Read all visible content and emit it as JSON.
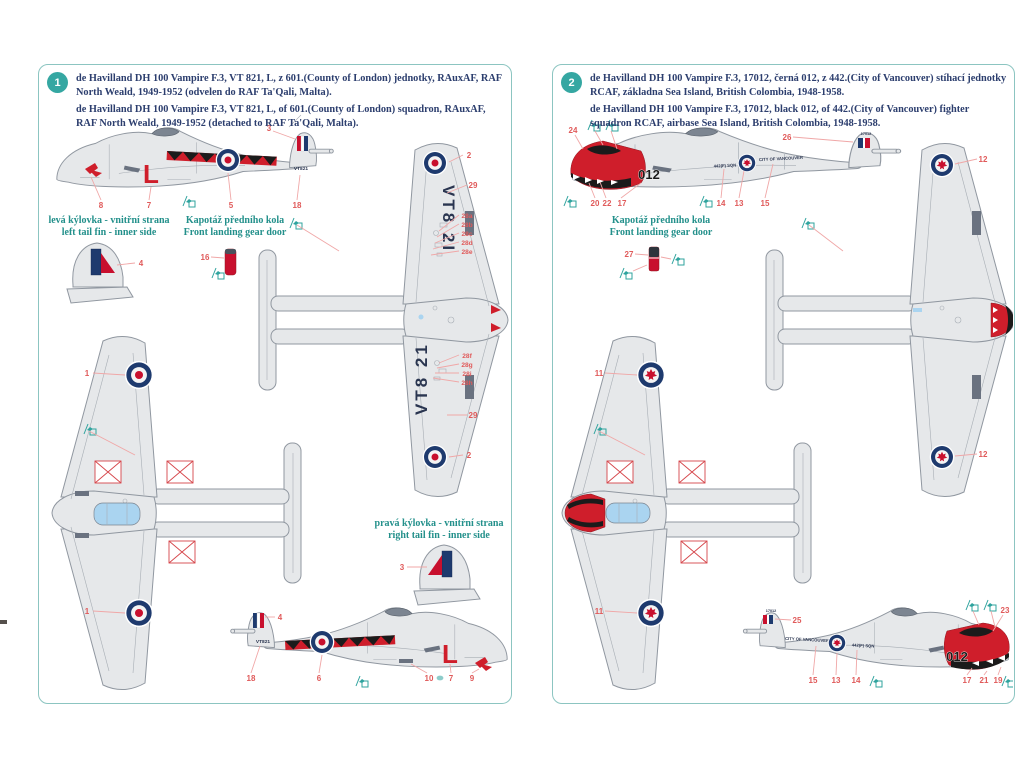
{
  "colors": {
    "accent_teal": "#35a7a2",
    "panel_border": "#8cc5c1",
    "text_navy": "#2c3e6e",
    "callout_red": "#e05a5a",
    "marking_red": "#cf1e2b",
    "roundel_blue": "#1e3a6e",
    "roundel_red": "#c8102e",
    "canopy_blue": "#aad4f0"
  },
  "panel1": {
    "badge": "1",
    "desc_cs": "de Havilland DH 100 Vampire F.3, VT 821, L, z 601.(County of London) jednotky, RAuxAF, RAF North Weald, 1949-1952 (odvelen do RAF Ta'Qali, Malta).",
    "desc_en": "de Havilland DH 100 Vampire F.3, VT 821, L, of 601.(County of London) squadron, RAuxAF, RAF North Weald, 1949-1952 (detached to RAF Ta'Qali, Malta).",
    "labels": {
      "left_fin_cs": "levá kýlovka - vnitřní strana",
      "left_fin_en": "left tail fin - inner side",
      "gear_cs": "Kapotáž předního kola",
      "gear_en": "Front landing gear door",
      "right_fin_cs": "pravá kýlovka - vnitřní strana",
      "right_fin_en": "right tail fin - inner side"
    },
    "markings": {
      "nose_letter": "L",
      "serial": "VT821",
      "wing_code_upper": "VT8 2I",
      "wing_code_lower": "VT8 21"
    },
    "callouts": {
      "top_fin": "3",
      "top_emblem": "8",
      "top_letter": "7",
      "top_roundel": "5",
      "top_serial": "18",
      "fin_detail_left": "4",
      "gear_door": "16",
      "underside_roundel_top": "2",
      "underside_code_top": "29",
      "stencils_top": [
        "28a",
        "28b",
        "28c",
        "28d",
        "28e"
      ],
      "stencils_bottom": [
        "28f",
        "28g",
        "28i",
        "28h"
      ],
      "underside_code_bottom": "29",
      "underside_roundel_bottom": "2",
      "upper_roundel_top": "1",
      "upper_roundel_bottom": "1",
      "fin_detail_right": "3",
      "bottom_fin": "4",
      "bottom_serial": "18",
      "bottom_roundel": "6",
      "bottom_intake": "10",
      "bottom_letter": "7",
      "bottom_emblem": "9"
    }
  },
  "panel2": {
    "badge": "2",
    "desc_cs": "de Havilland DH 100 Vampire F.3, 17012, černá 012, z 442.(City of Vancouver) stíhací jednotky RCAF, základna Sea Island, British Colombia, 1948-1958.",
    "desc_en": "de Havilland DH 100 Vampire F.3, 17012, black 012, of 442.(City of Vancouver) fighter squadron RCAF, airbase Sea Island, British Colombia, 1948-1958.",
    "labels": {
      "gear_cs": "Kapotáž předního kola",
      "gear_en": "Front landing gear door"
    },
    "markings": {
      "nose_number": "012",
      "squadron_text": "442(F) SQN",
      "city_text": "CITY OF VANCOUVER",
      "serial": "17012"
    },
    "callouts": {
      "top_nose_top": "24",
      "top_nose_1": "20",
      "top_nose_2": "22",
      "top_nose_3": "17",
      "top_squadron": "14",
      "top_roundel": "13",
      "top_city": "15",
      "top_fin": "26",
      "gear_door": "27",
      "upper_roundel_top": "11",
      "upper_roundel_bottom": "11",
      "underside_roundel_top": "12",
      "underside_roundel_bottom": "12",
      "bottom_fin": "25",
      "bottom_city": "15",
      "bottom_roundel": "13",
      "bottom_squadron": "14",
      "bottom_nose_1": "17",
      "bottom_nose_2": "21",
      "bottom_nose_3": "19",
      "bottom_nose_top": "23"
    }
  }
}
